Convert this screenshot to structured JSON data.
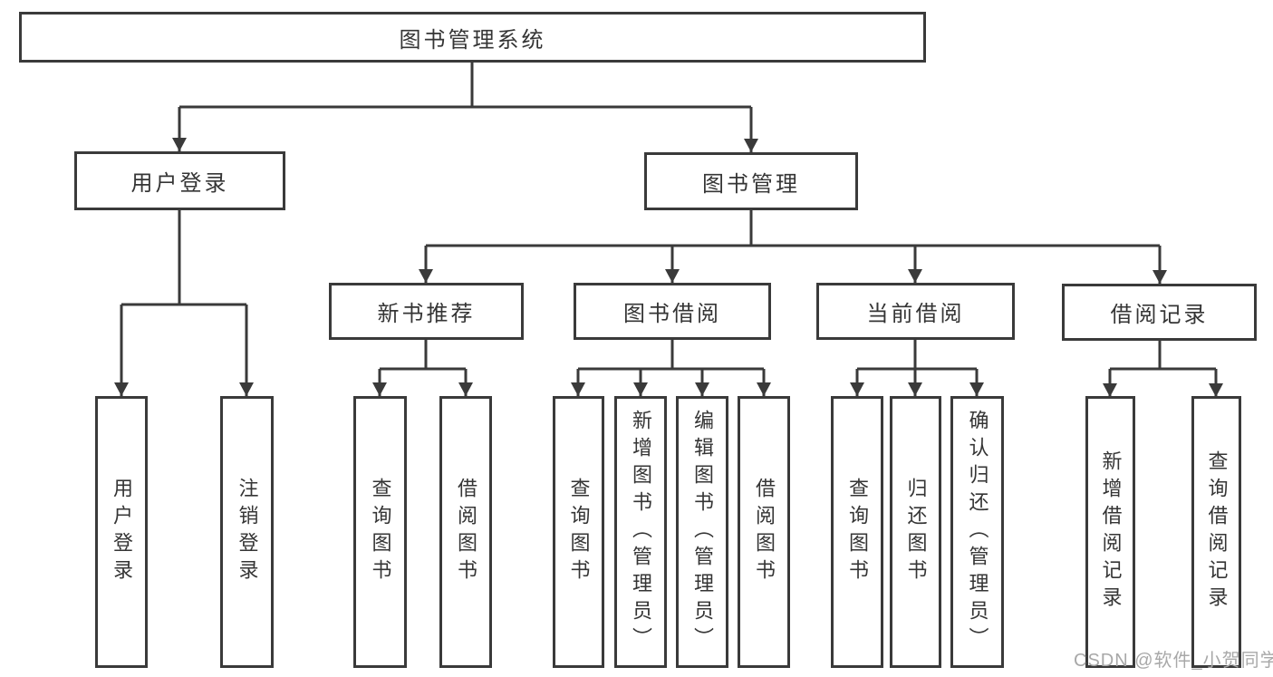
{
  "diagram": {
    "root": {
      "label": "图书管理系统"
    },
    "level2": [
      {
        "label": "用户登录",
        "children": [
          "用户登录",
          "注销登录"
        ]
      },
      {
        "label": "图书管理"
      }
    ],
    "level3": [
      {
        "label": "新书推荐",
        "children": [
          "查询图书",
          "借阅图书"
        ]
      },
      {
        "label": "图书借阅",
        "children": [
          "查询图书",
          "新增图书（管理员）",
          "编辑图书（管理员）",
          "借阅图书"
        ]
      },
      {
        "label": "当前借阅",
        "children": [
          "查询图书",
          "归还图书",
          "确认归还（管理员）"
        ]
      },
      {
        "label": "借阅记录",
        "children": [
          "新增借阅记录",
          "查询借阅记录"
        ]
      }
    ]
  },
  "watermark": "CSDN @软件_小贺同学",
  "colors": {
    "line": "#3a3a3a",
    "text": "#353535",
    "watermark": "#a8a8a8",
    "background": "#ffffff"
  }
}
